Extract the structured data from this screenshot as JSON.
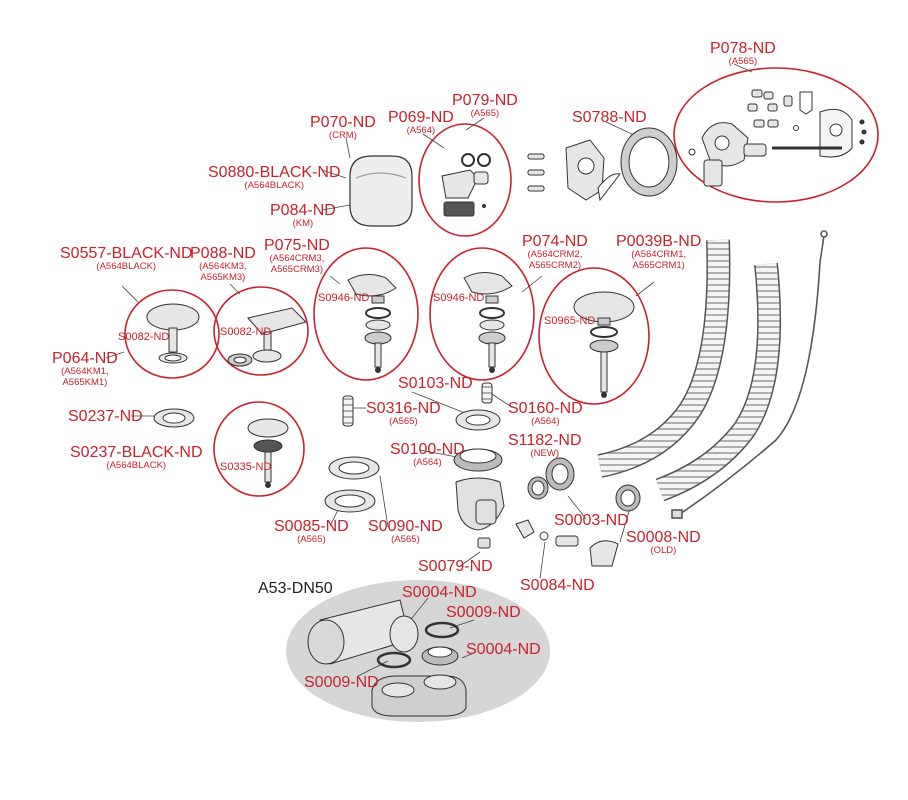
{
  "colors": {
    "accent": "#c8222c",
    "ink": "#333333",
    "fill_light": "#e8e8e8",
    "group_bg": "#d6d6d6",
    "label_black": "#222222"
  },
  "labels": {
    "P078": {
      "code": "P078-ND",
      "sub": "(A565)"
    },
    "P079": {
      "code": "P079-ND",
      "sub": "(A565)"
    },
    "S0788": {
      "code": "S0788-ND"
    },
    "P070": {
      "code": "P070-ND",
      "sub": "(CRM)"
    },
    "P069": {
      "code": "P069-ND",
      "sub": "(A564)"
    },
    "S0880": {
      "code": "S0880-BLACK-ND",
      "sub": "(A564BLACK)"
    },
    "P084": {
      "code": "P084-ND",
      "sub": "(KM)"
    },
    "S0557": {
      "code": "S0557-BLACK-ND",
      "sub": "(A564BLACK)"
    },
    "P088": {
      "code": "P088-ND",
      "sub1": "(A564KM3,",
      "sub2": "A565KM3)"
    },
    "P075": {
      "code": "P075-ND",
      "sub1": "(A564CRM3,",
      "sub2": "A565CRM3)"
    },
    "P074": {
      "code": "P074-ND",
      "sub1": "(A564CRM2,",
      "sub2": "A565CRM2)"
    },
    "P0039B": {
      "code": "P0039B-ND",
      "sub1": "(A564CRM1,",
      "sub2": "A565CRM1)"
    },
    "S0946a": {
      "code": "S0946-ND"
    },
    "S0946b": {
      "code": "S0946-ND"
    },
    "S0082a": {
      "code": "S0082-ND"
    },
    "S0082b": {
      "code": "S0082-ND"
    },
    "S0965": {
      "code": "S0965-ND"
    },
    "P064": {
      "code": "P064-ND",
      "sub1": "(A564KM1,",
      "sub2": "A565KM1)"
    },
    "S0103": {
      "code": "S0103-ND"
    },
    "S0316": {
      "code": "S0316-ND",
      "sub": "(A565)"
    },
    "S0160": {
      "code": "S0160-ND",
      "sub": "(A564)"
    },
    "S0237": {
      "code": "S0237-ND"
    },
    "S0237B": {
      "code": "S0237-BLACK-ND",
      "sub": "(A564BLACK)"
    },
    "S0335": {
      "code": "S0335-ND"
    },
    "S1182": {
      "code": "S1182-ND",
      "badge": "(NEW)"
    },
    "S0100": {
      "code": "S0100-ND",
      "sub": "(A564)"
    },
    "S0003": {
      "code": "S0003-ND"
    },
    "S0008": {
      "code": "S0008-ND",
      "sub": "(OLD)"
    },
    "S0085": {
      "code": "S0085-ND",
      "sub": "(A565)"
    },
    "S0090": {
      "code": "S0090-ND",
      "sub": "(A565)"
    },
    "S0079": {
      "code": "S0079-ND"
    },
    "S0084": {
      "code": "S0084-ND"
    },
    "A53": {
      "code": "A53-DN50"
    },
    "S0004a": {
      "code": "S0004-ND"
    },
    "S0009a": {
      "code": "S0009-ND"
    },
    "S0004b": {
      "code": "S0004-ND"
    },
    "S0009b": {
      "code": "S0009-ND"
    }
  }
}
